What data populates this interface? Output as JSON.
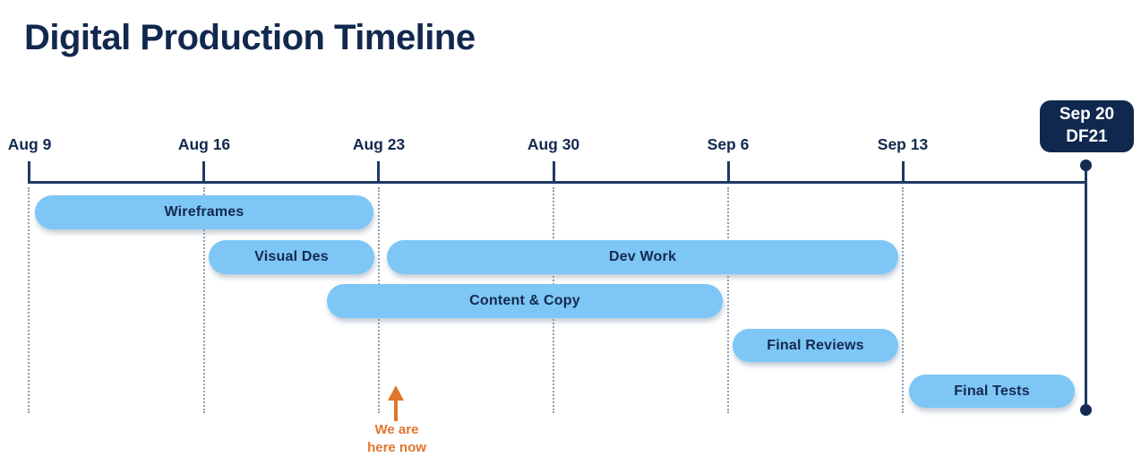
{
  "title": "Digital Production Timeline",
  "badge": {
    "line1": "Sep 20",
    "line2": "DF21"
  },
  "colors": {
    "navy_text": "#12284E",
    "axis_navy": "#1E3A63",
    "badge_navy": "#10284E",
    "bar_fill": "#7DC6F6",
    "bar_text": "#15294F",
    "gridline_gray": "#8CA0B6",
    "marker_orange": "#E0762B",
    "badge_text": "#FFFFFF"
  },
  "chart_data": {
    "type": "gantt",
    "title": "Digital Production Timeline",
    "axis_labels": [
      "Aug 9",
      "Aug 16",
      "Aug 23",
      "Aug 30",
      "Sep 6",
      "Sep 13"
    ],
    "axis_range": [
      "Aug 9",
      "Sep 20"
    ],
    "week_gridlines": true,
    "end_milestone": {
      "date": "Sep 20",
      "label": "DF21"
    },
    "tasks": [
      {
        "label": "Wireframes",
        "start": "Aug 9",
        "end": "Aug 23",
        "row": 1
      },
      {
        "label": "Visual Des",
        "start": "Aug 16",
        "end": "Aug 23",
        "row": 2
      },
      {
        "label": "Dev Work",
        "start": "Aug 23",
        "end": "Sep 13",
        "row": 2
      },
      {
        "label": "Content & Copy",
        "start": "Aug 21",
        "end": "Sep 6",
        "row": 3
      },
      {
        "label": "Final Reviews",
        "start": "Sep 6",
        "end": "Sep 13",
        "row": 4
      },
      {
        "label": "Final Tests",
        "start": "Sep 13",
        "end": "Sep 20",
        "row": 5
      }
    ],
    "marker": {
      "label": "We are here now",
      "position": "Aug 23",
      "icon": "up-arrow"
    }
  }
}
